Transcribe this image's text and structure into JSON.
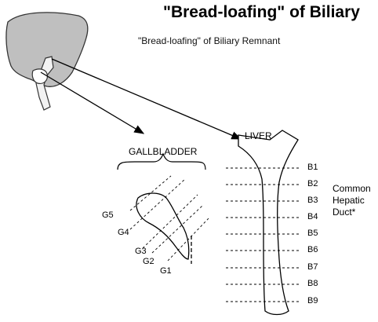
{
  "diagram": {
    "title": "\"Bread-loafing\" of Biliary",
    "subtitle": "\"Bread-loafing\" of Biliary Remnant",
    "labels": {
      "liver": "LIVER",
      "gallbladder": "GALLBLADDER",
      "common_hepatic_duct": [
        "Common",
        "Hepatic",
        "Duct*"
      ]
    },
    "b_sections": [
      "B1",
      "B2",
      "B3",
      "B4",
      "B5",
      "B6",
      "B7",
      "B8",
      "B9"
    ],
    "g_sections": [
      "G5",
      "G4",
      "G3",
      "G2",
      "G1"
    ]
  }
}
